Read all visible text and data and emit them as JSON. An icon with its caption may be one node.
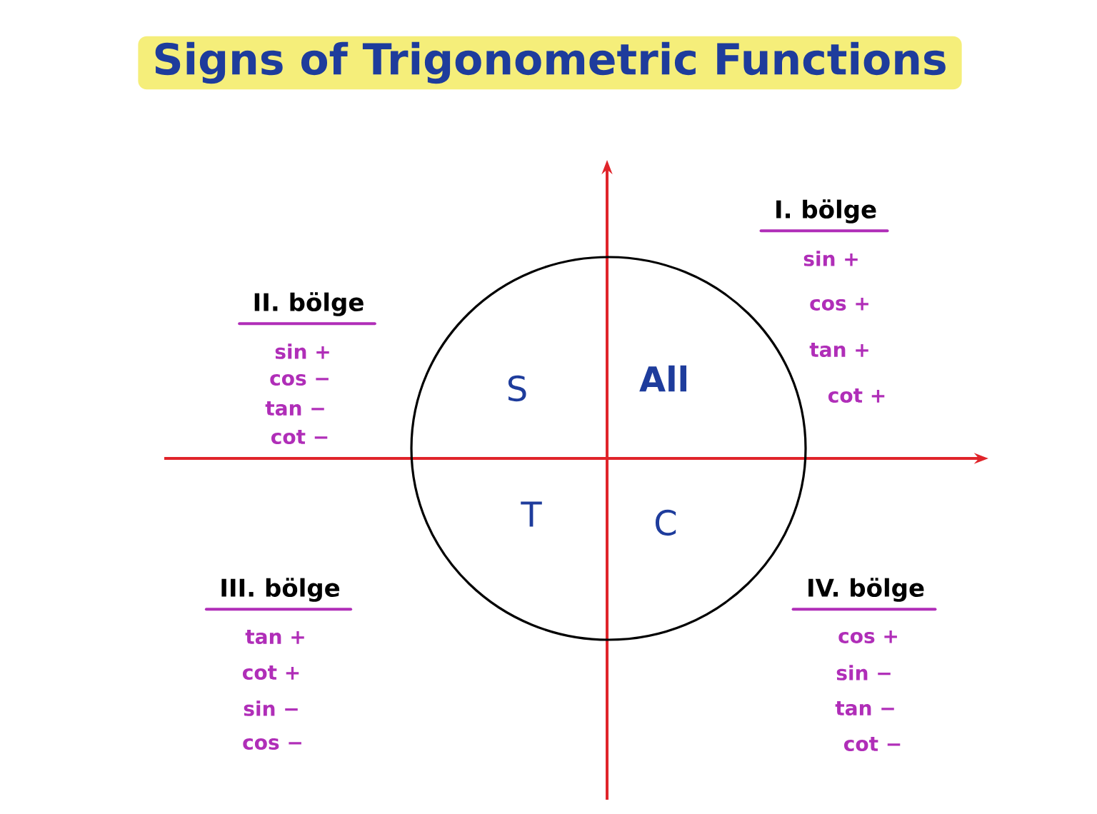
{
  "diagram": {
    "title": "Signs of Trigonometric Functions",
    "labels": [
      "I. bölge",
      "sin +",
      "cos +",
      "tan +",
      "cot +",
      "II. bölge",
      "sin +",
      "cos −",
      "tan −",
      "cot −",
      "S",
      "All",
      "T",
      "C",
      "III. bölge",
      "tan +",
      "cot +",
      "sin −",
      "cos −",
      "IV. bölge",
      "cos +",
      "sin −",
      "tan −",
      "cot −"
    ]
  }
}
